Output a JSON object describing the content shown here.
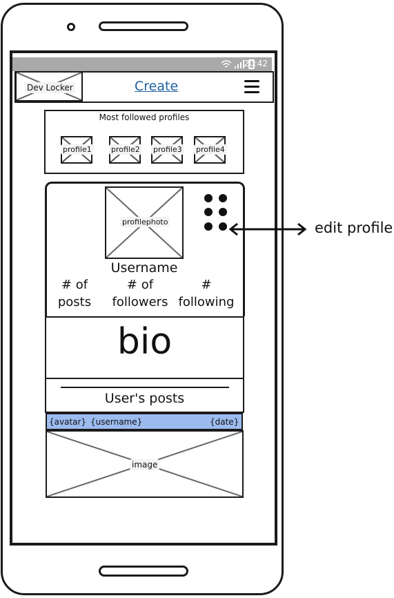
{
  "status_bar": {
    "time": "20:42"
  },
  "navbar": {
    "logo_text": "Dev Locker",
    "create_label": "Create",
    "menu_icon": "hamburger-menu-icon"
  },
  "most_followed": {
    "title": "Most followed profiles",
    "profiles": [
      "profile1",
      "profile2",
      "profile3",
      "profile4"
    ]
  },
  "profile": {
    "photo_label": "profilephoto",
    "username": "Username",
    "options_icon": "six-dot-menu-icon",
    "stats": {
      "posts": [
        "# of",
        "posts"
      ],
      "followers": [
        "# of",
        "followers"
      ],
      "following": [
        "#",
        "following"
      ]
    }
  },
  "bio": {
    "text": "bio"
  },
  "posts": {
    "title": "User's posts",
    "header": {
      "avatar": "{avatar}",
      "username": "{username}",
      "date": "{date}"
    },
    "image_label": "image"
  },
  "annotation": {
    "text": "edit profile"
  },
  "colors": {
    "post_header": "#9cbcf0",
    "link": "#1e5fa0",
    "status_bar": "#a9a9a9"
  }
}
